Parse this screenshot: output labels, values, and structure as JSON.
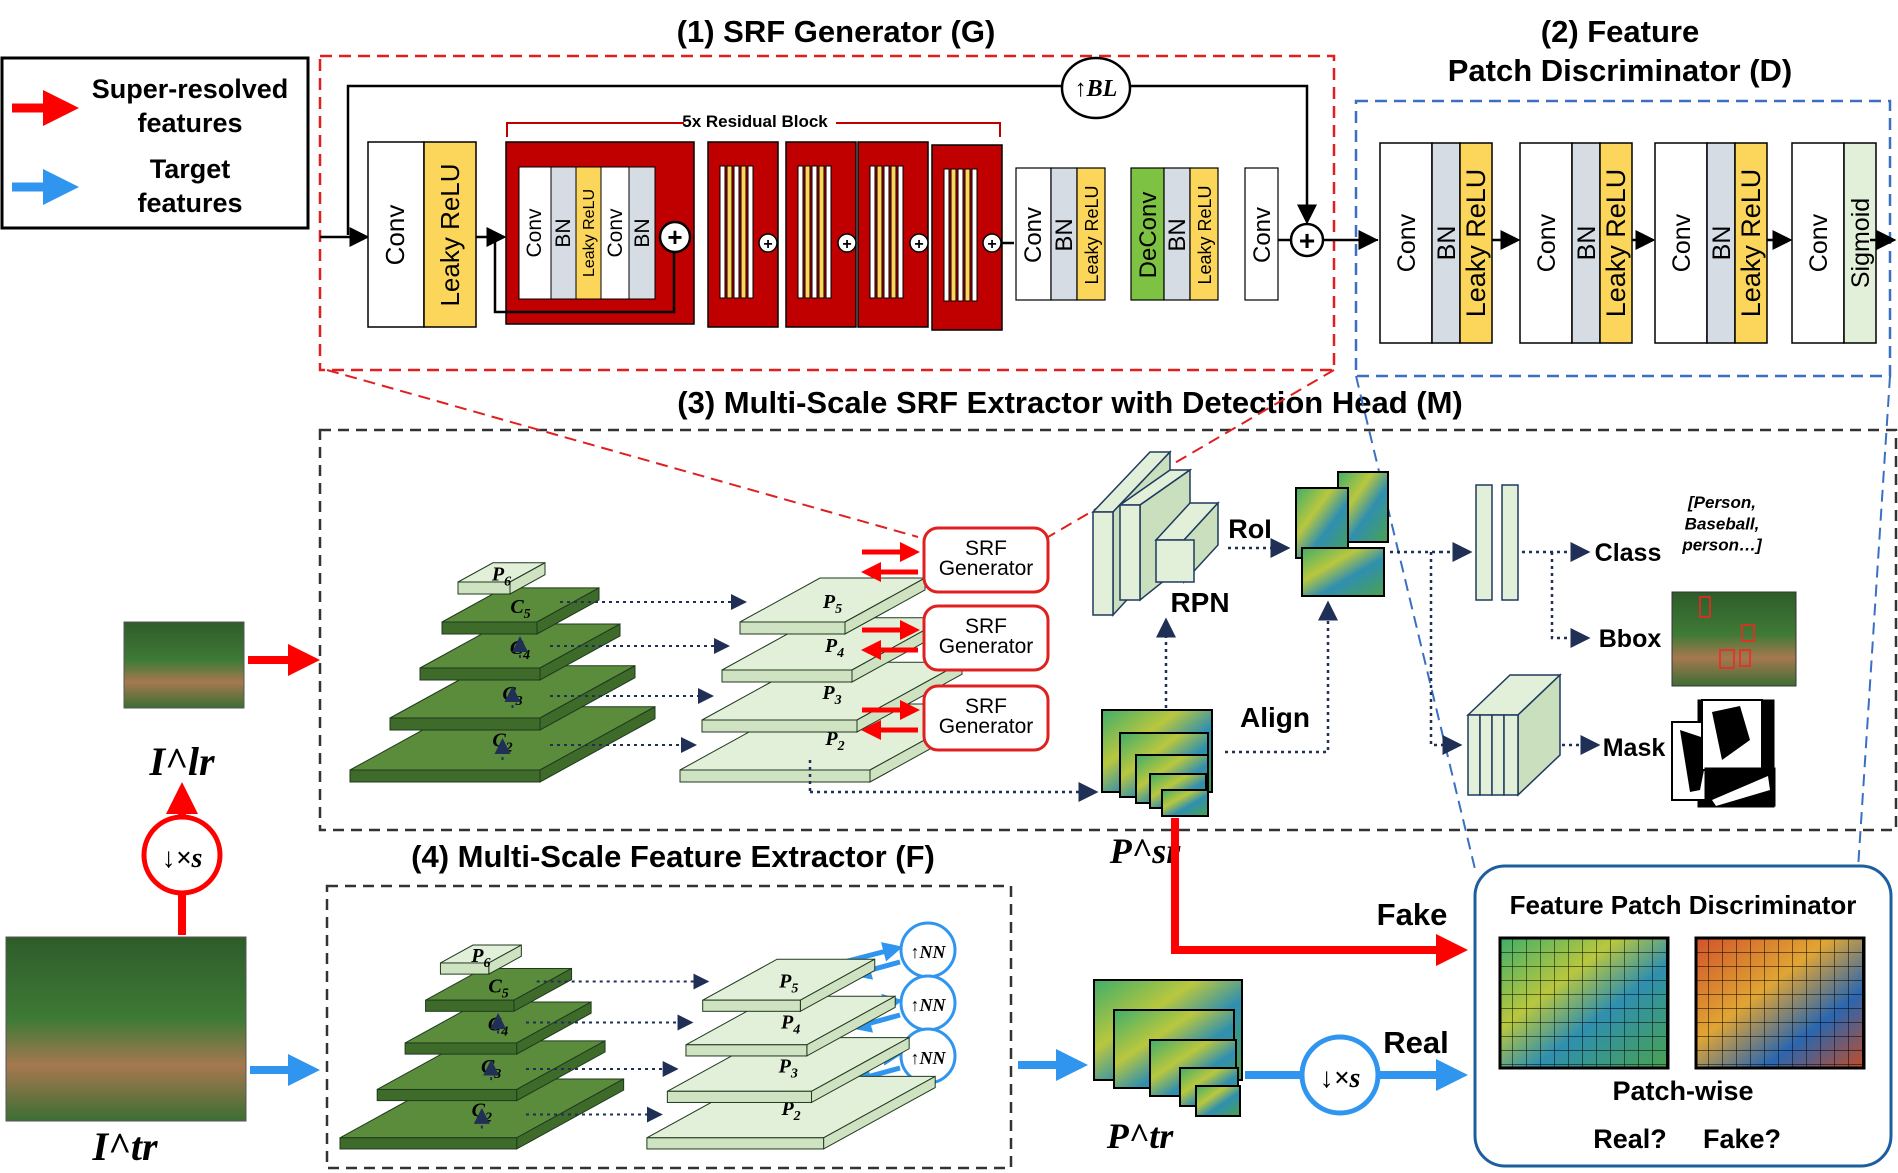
{
  "legend": {
    "super_resolved": "Super-resolved\nfeatures",
    "target": "Target\nfeatures",
    "super_resolved_color": "#ff0000",
    "target_color": "#2f95ee"
  },
  "sections": {
    "generator_title": "(1) SRF Generator (G)",
    "discriminator_title": "(2) Feature\nPatch Discriminator (D)",
    "extractor_title": "(3) Multi-Scale SRF Extractor with Detection Head (M)",
    "feature_extractor_title": "(4) Multi-Scale Feature Extractor (F)"
  },
  "generator": {
    "upsample": "↑BL",
    "residual_block_label": "5x Residual Block",
    "layers": [
      "Conv",
      "Leaky ReLU",
      "Conv",
      "BN",
      "Leaky ReLU",
      "Conv",
      "BN",
      "Conv",
      "BN",
      "Leaky ReLU",
      "DeConv",
      "BN",
      "Leaky ReLU",
      "Conv"
    ]
  },
  "discriminator": {
    "blocks": [
      [
        "Conv",
        "BN",
        "Leaky ReLU"
      ],
      [
        "Conv",
        "BN",
        "Leaky ReLU"
      ],
      [
        "Conv",
        "BN",
        "Leaky ReLU"
      ],
      [
        "Conv",
        "Sigmoid"
      ]
    ]
  },
  "pyramid": {
    "c_levels": [
      "P6",
      "C5",
      "C4",
      "C3",
      "C2"
    ],
    "p_levels": [
      "P5",
      "P4",
      "P3",
      "P2"
    ]
  },
  "srf_generator_box": "SRF\nGenerator",
  "upsample_nn": "↑NN",
  "detection": {
    "rpn": "RPN",
    "roi": "RoI",
    "align": "Align",
    "class": "Class",
    "class_result": "[Person,\nBaseball,\nperson…]",
    "bbox": "Bbox",
    "mask": "Mask"
  },
  "images": {
    "lr": "I^lr",
    "tr": "I^tr",
    "downsample": "↓×s",
    "psr": "P^sr",
    "ptr": "P^tr"
  },
  "discriminator_panel": {
    "title": "Feature Patch Discriminator",
    "patchwise": "Patch-wise",
    "real_q": "Real?",
    "fake_q": "Fake?"
  },
  "flow": {
    "fake": "Fake",
    "real": "Real",
    "downsample": "↓×s"
  },
  "colors": {
    "conv": "#ffffff",
    "leaky_relu": "#fbd65a",
    "bn": "#d6dce4",
    "deconv": "#7dc242",
    "sigmoid": "#e2f0d9",
    "residual": "#c00000",
    "pyramid_dark": "#5a8c3c",
    "pyramid_light": "#e2efd9",
    "red": "#ff0000",
    "blue": "#2f95ee"
  }
}
